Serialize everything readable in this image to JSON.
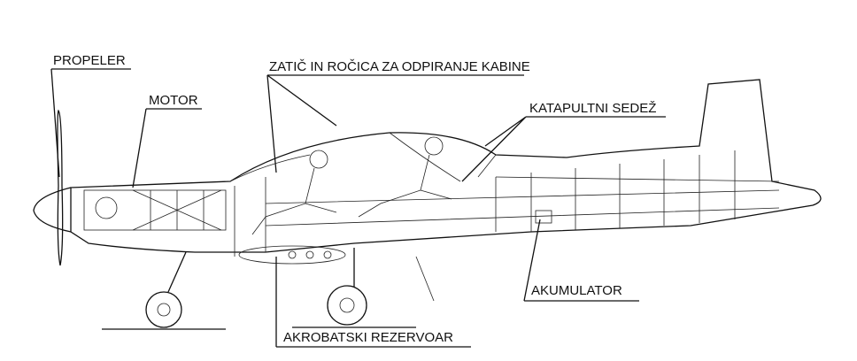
{
  "labels": {
    "propeller": "PROPELER",
    "engine": "MOTOR",
    "canopy_pin": "ZATIČ IN ROČICA ZA ODPIRANJE KABINE",
    "ejection_seat": "KATAPULTNI SEDEŽ",
    "battery": "AKUMULATOR",
    "aerobatic_tank": "AKROBATSKI REZERVOAR"
  }
}
